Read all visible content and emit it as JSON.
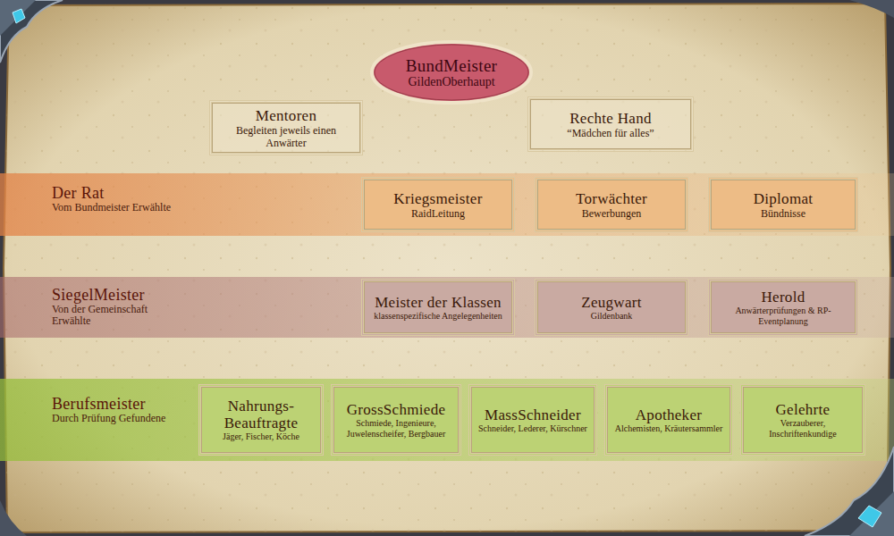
{
  "diagram": {
    "nodes": [
      {
        "text": [
          "BundMeister",
          "GildenOberhaupt"
        ]
      },
      {
        "text": [
          "Mentoren",
          "Begleiten jeweils einen Anwärter"
        ]
      },
      {
        "text": [
          "Rechte Hand",
          "“Mädchen für alles”"
        ]
      },
      {
        "text": [
          "Der Rat",
          "Vom Bundmeister Erwählte"
        ]
      },
      {
        "text": [
          "Kriegsmeister",
          "RaidLeitung"
        ],
        "in": 3
      },
      {
        "text": [
          "Torwächter",
          "Bewerbungen"
        ],
        "in": 3
      },
      {
        "text": [
          "Diplomat",
          "Bündnisse"
        ],
        "in": 3
      },
      {
        "text": [
          "SiegelMeister",
          "Von der Gemeinschaft Erwählte"
        ]
      },
      {
        "text": [
          "Meister der Klassen",
          "klassenspezifische Angelegenheiten"
        ],
        "in": 7
      },
      {
        "text": [
          "Zeugwart",
          "Gildenbank"
        ],
        "in": 7
      },
      {
        "text": [
          "Herold",
          "Anwärterprüfungen & RP-Eventplanung"
        ],
        "in": 7
      },
      {
        "text": [
          "Berufsmeister",
          "Durch Prüfung Gefundene"
        ]
      },
      {
        "text": [
          "Nahrungs-Beauftragte",
          "Jäger, Fischer, Köche"
        ],
        "in": 11
      },
      {
        "text": [
          "GrossSchmiede",
          "Schmiede, Ingenieure, Juwelenscheifer, Bergbauer"
        ],
        "in": 11
      },
      {
        "text": [
          "MassSchneider",
          "Schneider, Lederer, Kürschner"
        ],
        "in": 11
      },
      {
        "text": [
          "Apotheker",
          "Alchemisten, Kräutersammler"
        ],
        "in": 11
      },
      {
        "text": [
          "Gelehrte",
          "Verzauberer, Inschriftenkundige"
        ],
        "in": 11
      }
    ]
  }
}
